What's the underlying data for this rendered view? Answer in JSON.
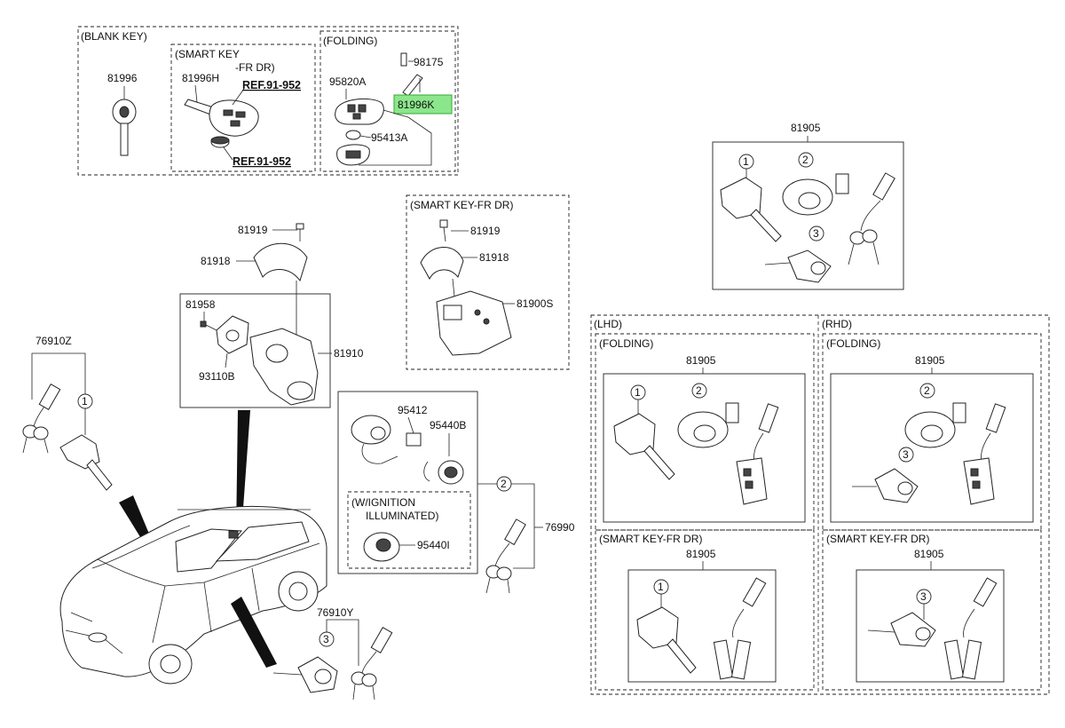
{
  "groups": {
    "blank_key": "(BLANK KEY)",
    "smart_key_fr_dr_line1": "(SMART KEY",
    "smart_key_fr_dr_line2": "-FR DR)",
    "folding_top": "(FOLDING)",
    "smart_key_fr_dr_mid": "(SMART KEY-FR DR)",
    "w_ignition_line1": "(W/IGNITION",
    "w_ignition_line2": "ILLUMINATED)",
    "lhd": "(LHD)",
    "rhd": "(RHD)",
    "lhd_folding": "(FOLDING)",
    "rhd_folding": "(FOLDING)",
    "lhd_smart": "(SMART KEY-FR DR)",
    "rhd_smart": "(SMART KEY-FR DR)"
  },
  "parts": {
    "p81996": "81996",
    "p81996H": "81996H",
    "ref1": "REF.91-952",
    "ref2": "REF.91-952",
    "p95820A": "95820A",
    "p98175": "98175",
    "p81996K": "81996K",
    "p95413A": "95413A",
    "p81905_top": "81905",
    "p81919_a": "81919",
    "p81918_a": "81918",
    "p81958": "81958",
    "p93110B": "93110B",
    "p81910": "81910",
    "p81919_b": "81919",
    "p81918_b": "81918",
    "p81900S": "81900S",
    "p76910Z": "76910Z",
    "p95412": "95412",
    "p95440B": "95440B",
    "p95440I": "95440I",
    "p76990": "76990",
    "p76910Y": "76910Y",
    "p81905_lhd_fold": "81905",
    "p81905_rhd_fold": "81905",
    "p81905_lhd_smart": "81905",
    "p81905_rhd_smart": "81905"
  },
  "callouts": {
    "c1": "1",
    "c2": "2",
    "c3": "3"
  },
  "highlight_color": "#8ce68c"
}
